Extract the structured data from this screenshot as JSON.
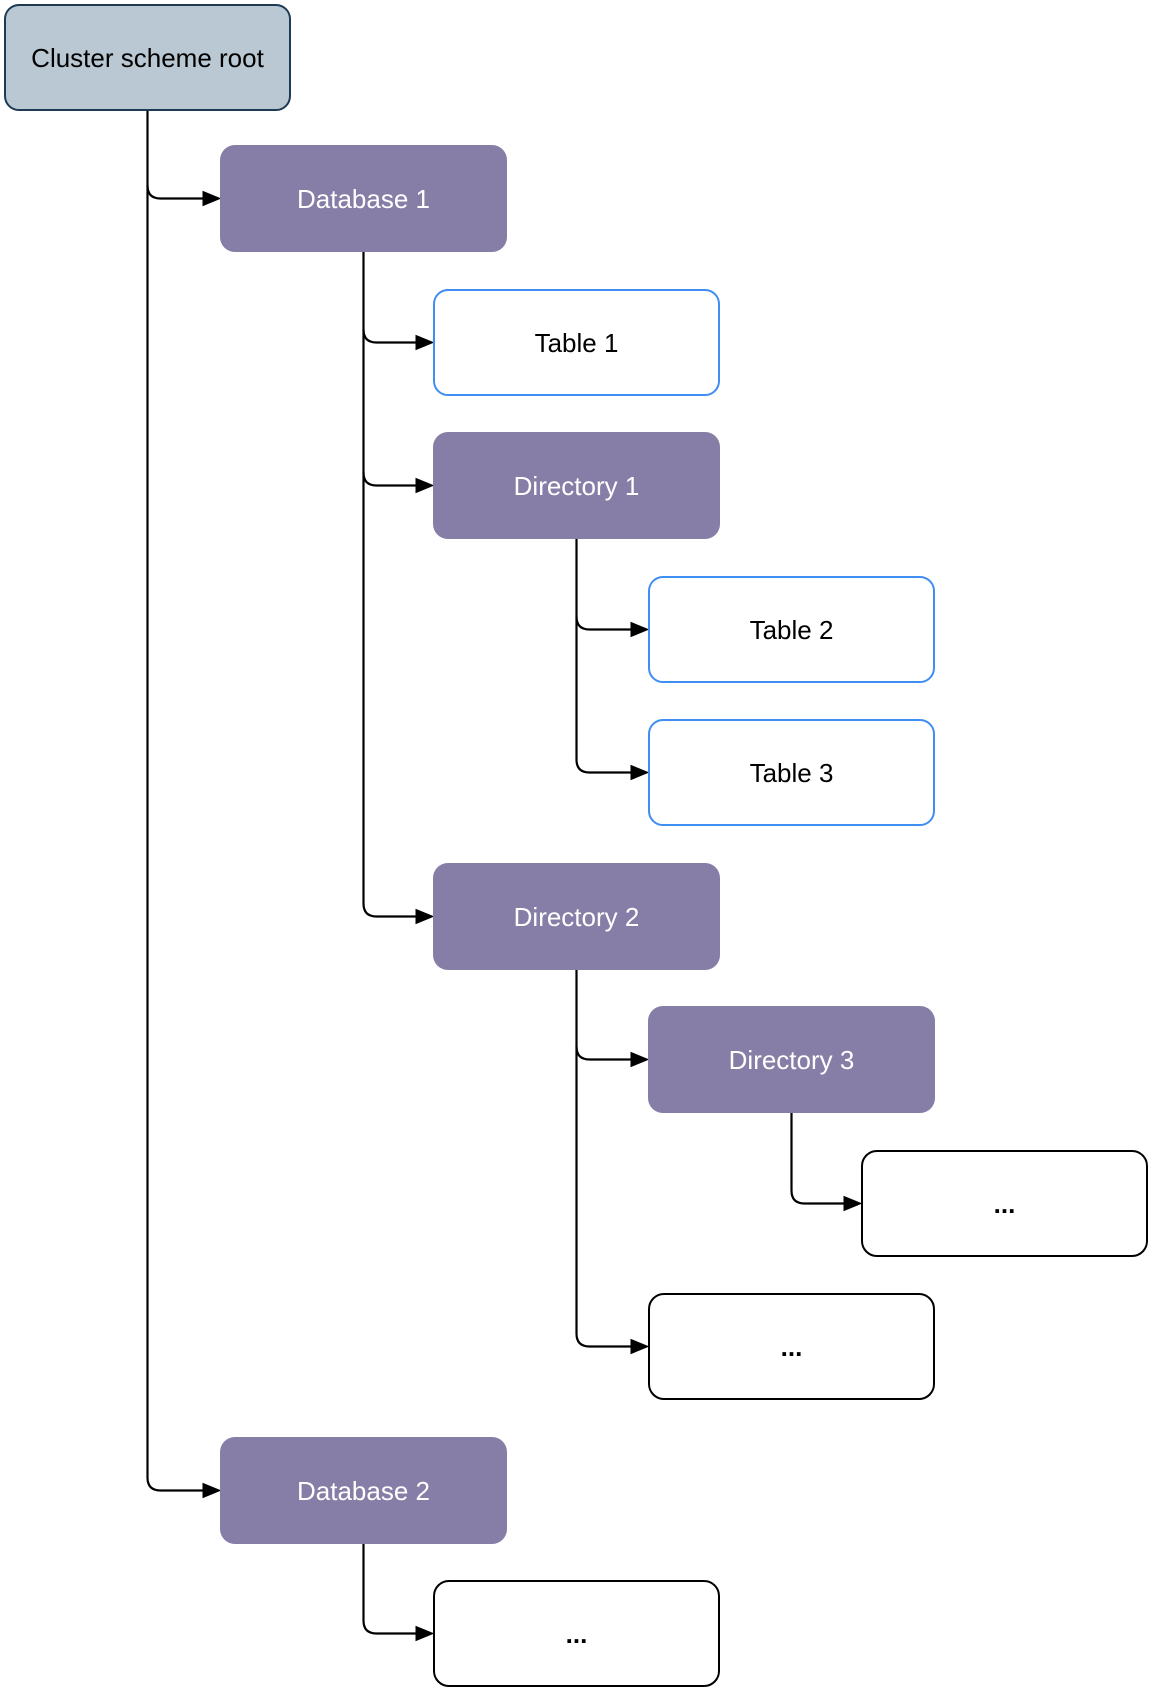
{
  "colors": {
    "canvas_bg": "#ffffff",
    "root_fill": "#b9c8d2",
    "root_border": "#1f3b54",
    "branch_fill": "#867ea6",
    "branch_text": "#ffffff",
    "table_border": "#3f8ef3",
    "plain_border": "#000000",
    "connector": "#000000"
  },
  "nodes": {
    "root": {
      "label": "Cluster scheme root",
      "kind": "root"
    },
    "database1": {
      "label": "Database 1",
      "kind": "database"
    },
    "table1": {
      "label": "Table 1",
      "kind": "table"
    },
    "directory1": {
      "label": "Directory 1",
      "kind": "directory"
    },
    "table2": {
      "label": "Table 2",
      "kind": "table"
    },
    "table3": {
      "label": "Table 3",
      "kind": "table"
    },
    "directory2": {
      "label": "Directory 2",
      "kind": "directory"
    },
    "directory3": {
      "label": "Directory 3",
      "kind": "directory"
    },
    "ellipsis1": {
      "label": "...",
      "kind": "placeholder"
    },
    "ellipsis2": {
      "label": "...",
      "kind": "placeholder"
    },
    "database2": {
      "label": "Database 2",
      "kind": "database"
    },
    "ellipsis3": {
      "label": "...",
      "kind": "placeholder"
    }
  },
  "edges": [
    {
      "from": "root",
      "to": "database1"
    },
    {
      "from": "root",
      "to": "database2"
    },
    {
      "from": "database1",
      "to": "table1"
    },
    {
      "from": "database1",
      "to": "directory1"
    },
    {
      "from": "database1",
      "to": "directory2"
    },
    {
      "from": "directory1",
      "to": "table2"
    },
    {
      "from": "directory1",
      "to": "table3"
    },
    {
      "from": "directory2",
      "to": "directory3"
    },
    {
      "from": "directory2",
      "to": "ellipsis2"
    },
    {
      "from": "directory3",
      "to": "ellipsis1"
    },
    {
      "from": "database2",
      "to": "ellipsis3"
    }
  ]
}
